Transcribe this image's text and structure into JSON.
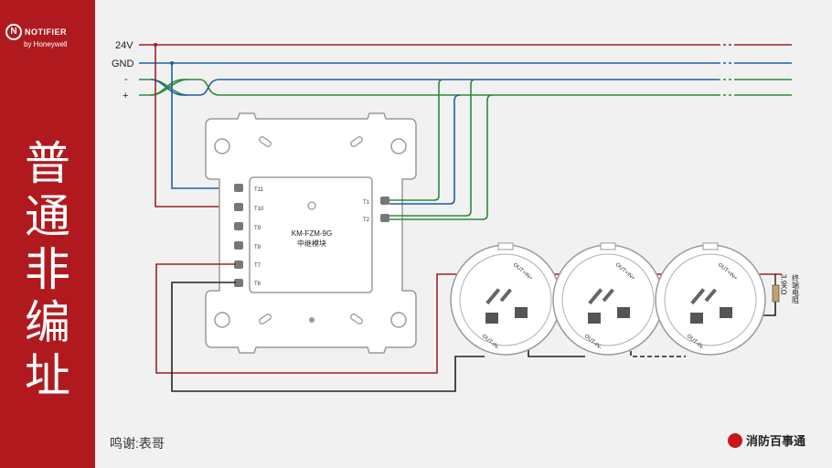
{
  "brand": {
    "logo_name": "NOTIFIER",
    "logo_mark": "N",
    "logo_sub": "by Honeywell"
  },
  "title_chars": [
    "普",
    "通",
    "非",
    "编",
    "址"
  ],
  "wires": {
    "v24": "24V",
    "gnd": "GND",
    "neg": "-",
    "pos": "+"
  },
  "module": {
    "model": "KM-FZM-9G",
    "name": "中继模块",
    "terminals_left": [
      "T11",
      "T10",
      "T9",
      "T8",
      "T7",
      "T6"
    ],
    "terminals_right": [
      "T1",
      "T2"
    ]
  },
  "detector": {
    "label_top": "OUT+IN+",
    "label_bottom": "OUT-IN-"
  },
  "resistor": {
    "value_label": "3.9KΩ",
    "desc": "终端电阻"
  },
  "credit": "鸣谢:表哥",
  "footer_brand": "消防百事通",
  "colors": {
    "red": "#b01a1f",
    "dark_red": "#9b2226",
    "blue": "#1f5fa6",
    "green": "#2e8b3a",
    "black": "#222222"
  }
}
